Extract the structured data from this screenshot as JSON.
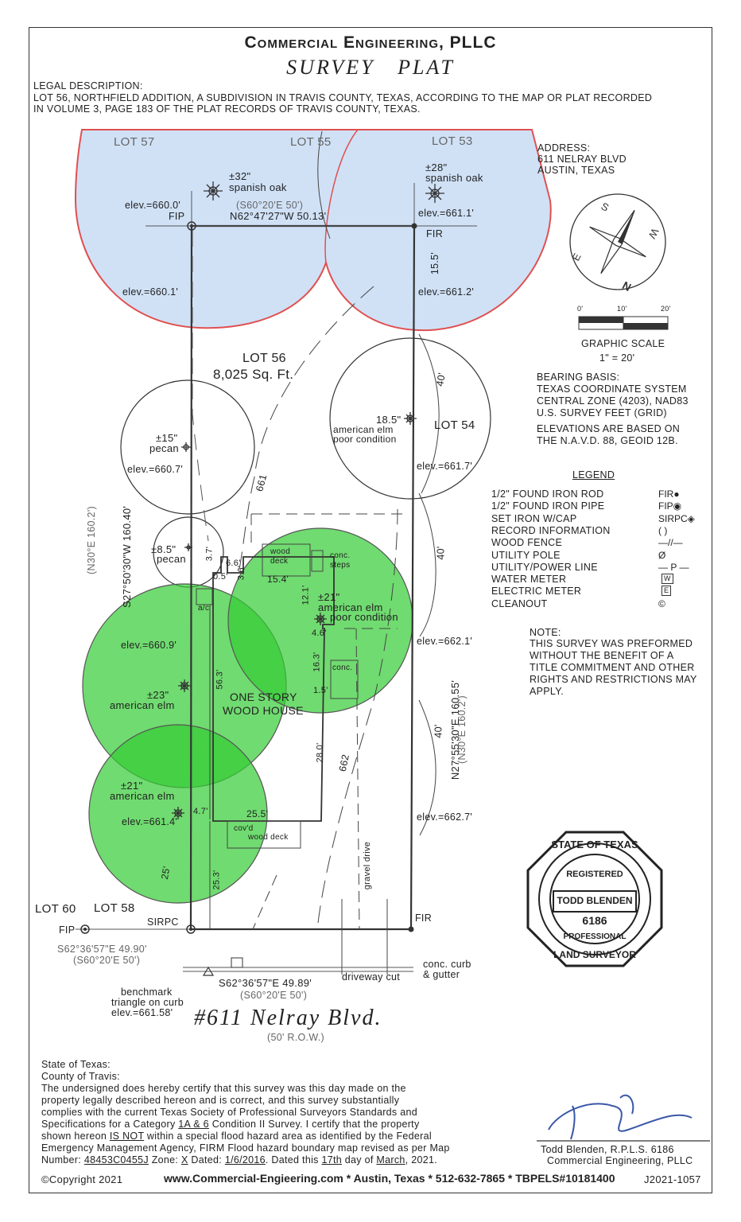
{
  "header": {
    "company": "Commercial Engineering, PLLC",
    "subtitle": "SURVEY   PLAT"
  },
  "legal": {
    "heading": "LEGAL DESCRIPTION:",
    "line1": "LOT 56, NORTHFIELD ADDITION, A SUBDIVISION IN TRAVIS COUNTY, TEXAS, ACCORDING TO THE MAP OR PLAT RECORDED",
    "line2": "IN VOLUME 3, PAGE 183 OF THE PLAT RECORDS OF TRAVIS COUNTY, TEXAS."
  },
  "address": {
    "heading": "ADDRESS:",
    "line1": "611 NELRAY BLVD",
    "line2": "AUSTIN, TEXAS"
  },
  "compass": {
    "n": "N",
    "s": "S",
    "e": "E",
    "w": "W"
  },
  "scale": {
    "tick0": "0'",
    "tick10": "10'",
    "tick20": "20'",
    "label": "GRAPHIC SCALE",
    "ratio": "1\" = 20'"
  },
  "bearing_basis": {
    "heading": "BEARING BASIS:",
    "line1": "TEXAS COORDINATE SYSTEM",
    "line2": "CENTRAL ZONE (4203), NAD83",
    "line3": "U.S. SURVEY FEET (GRID)",
    "line4": "ELEVATIONS ARE BASED ON",
    "line5": "THE N.A.V.D. 88, GEOID 12B."
  },
  "legend": {
    "heading": "LEGEND",
    "items": [
      {
        "label": "1/2\" FOUND IRON ROD",
        "symbol": "FIR●"
      },
      {
        "label": "1/2\" FOUND IRON PIPE",
        "symbol": "FIP◉"
      },
      {
        "label": "SET IRON W/CAP",
        "symbol": "SIRPC◈"
      },
      {
        "label": "RECORD INFORMATION",
        "symbol": "(     )"
      },
      {
        "label": "WOOD FENCE",
        "symbol": "—//—"
      },
      {
        "label": "UTILITY POLE",
        "symbol": "Ø"
      },
      {
        "label": "UTILITY/POWER LINE",
        "symbol": "— P —"
      },
      {
        "label": "WATER METER",
        "symbol": "W"
      },
      {
        "label": "ELECTRIC METER",
        "symbol": "E"
      },
      {
        "label": "CLEANOUT",
        "symbol": "©"
      }
    ]
  },
  "note": {
    "heading": "NOTE:",
    "line1": "THIS SURVEY WAS PREFORMED",
    "line2": "WITHOUT THE BENEFIT OF A",
    "line3": "TITLE COMMITMENT AND OTHER",
    "line4": "RIGHTS AND RESTRICTIONS MAY",
    "line5": "APPLY."
  },
  "plat": {
    "lot57": "LOT 57",
    "lot55": "LOT 55",
    "lot53": "LOT 53",
    "lot54": "LOT 54",
    "lot60": "LOT 60",
    "lot58": "LOT 58",
    "lot56": "LOT 56",
    "lot56_area": "8,025 Sq. Ft.",
    "tree_oak1_size": "±32\"",
    "tree_oak1_name": "spanish oak",
    "tree_oak2_size": "±28\"",
    "tree_oak2_name": "spanish oak",
    "elev_660_0": "elev.=660.0'",
    "elev_661_1": "elev.=661.1'",
    "elev_660_1": "elev.=660.1'",
    "elev_661_2": "elev.=661.2'",
    "elev_660_7": "elev.=660.7'",
    "elev_661_7": "elev.=661.7'",
    "elev_660_9": "elev.=660.9'",
    "elev_662_1": "elev.=662.1'",
    "elev_661_4": "elev.=661.4'",
    "elev_662_7": "elev.=662.7'",
    "fip_top": "FIP",
    "fir_top": "FIR",
    "fir_bottom": "FIR",
    "fip_bottom": "FIP",
    "sirpc": "SIRPC",
    "north_record": "(S60°20'E 50')",
    "north_bearing": "N62°47'27\"W 50.13'",
    "dim_15_5": "15.5'",
    "tree_pecan1_size": "±15\"",
    "tree_pecan1_name": "pecan",
    "tree_pecan2_size": "±8.5\"",
    "tree_pecan2_name": "pecan",
    "tree_elm1_size": "18.5\"",
    "tree_elm1_name": "american elm",
    "tree_elm1_cond": "poor condition",
    "tree_elm2_size": "±21\"",
    "tree_elm2_name": "american elm",
    "tree_elm2_cond": "poor condition",
    "tree_elm3_size": "±23\"",
    "tree_elm3_name": "american elm",
    "tree_elm4_size": "±21\"",
    "tree_elm4_name": "american elm",
    "west_record": "(N30°E 160.2')",
    "west_bearing": "S27°50'30\"W 160.40'",
    "east_bearing": "N27°55'30\"E 160.55'",
    "east_record": "(N30°E 160.2')",
    "dim_40_a": "40'",
    "dim_40_b": "40'",
    "dim_40_c": "40'",
    "contour_661": "661",
    "contour_662": "662",
    "wood_deck": "wood",
    "wood_deck2": "deck",
    "conc_steps": "conc.",
    "conc_steps2": "steps",
    "dim_6_6": "6.6'",
    "dim_3_7": "3.7'",
    "dim_3_6": "3.6'",
    "dim_0_5": "0.5'",
    "dim_15_4": "15.4'",
    "dim_12_1": "12.1'",
    "dim_4_6": "4.6'",
    "dim_16_3": "16.3'",
    "dim_1_5": "1.5'",
    "dim_56_3": "56.3'",
    "dim_28_0": "28.0'",
    "dim_4_7": "4.7'",
    "dim_25_5": "25.5'",
    "dim_25_3": "25.3'",
    "dim_25": "25'",
    "ac": "a/c",
    "conc": "conc.",
    "house1": "ONE STORY",
    "house2": "WOOD HOUSE",
    "covd1": "cov'd",
    "covd2": "wood deck",
    "gravel": "gravel drive",
    "south_bearing_lot": "S62°36'57\"E 49.90'",
    "south_record_lot": "(S60°20'E 50')",
    "south_bearing": "S62°36'57\"E 49.89'",
    "south_record": "(S60°20'E 50')",
    "driveway_cut": "driveway cut",
    "conc_curb1": "conc. curb",
    "conc_curb2": "& gutter",
    "benchmark1": "benchmark",
    "benchmark2": "triangle on curb",
    "benchmark3": "elev.=661.58'",
    "street": "#611 Nelray Blvd.",
    "row": "(50' R.O.W.)"
  },
  "seal": {
    "state": "STATE OF TEXAS",
    "registered": "REGISTERED",
    "name": "TODD BLENDEN",
    "number": "6186",
    "professional": "PROFESSIONAL",
    "land_surveyor": "LAND SURVEYOR"
  },
  "certification": {
    "line1": "State of Texas:",
    "line2": "County of Travis:",
    "line3": "The undersigned does hereby certify that this survey was this day made on the",
    "line4": "property legally described hereon and is correct, and this survey substantially",
    "line5": "complies with the current Texas Society of Professional Surveyors Standards and",
    "line6a": "Specifications for a Category ",
    "line6b": "1A & 6",
    "line6c": " Condition II Survey. I certify that the property",
    "line7a": "shown hereon ",
    "line7b": "IS NOT",
    "line7c": " within a special flood hazard area as identified by the Federal",
    "line8": "Emergency Management Agency, FIRM Flood hazard boundary map revised as per Map",
    "line9a": "Number: ",
    "line9b": "48453C0455J",
    "line9c": " Zone: ",
    "line9d": "X",
    "line9e": " Dated: ",
    "line9f": "1/6/2016",
    "line9g": ". Dated this ",
    "line9h": "17th",
    "line9i": " day of ",
    "line9j": "March",
    "line9k": ", 2021."
  },
  "signature": {
    "script": "Todd Blenden",
    "name": "Todd Blenden, R.P.L.S. 6186",
    "company": "Commercial Engineering, PLLC"
  },
  "footer": {
    "copyright": "©Copyright  2021",
    "info": "www.Commercial-Engieering.com * Austin, Texas * 512-632-7865 * TBPELS#10181400",
    "job": "J2021-1057"
  }
}
